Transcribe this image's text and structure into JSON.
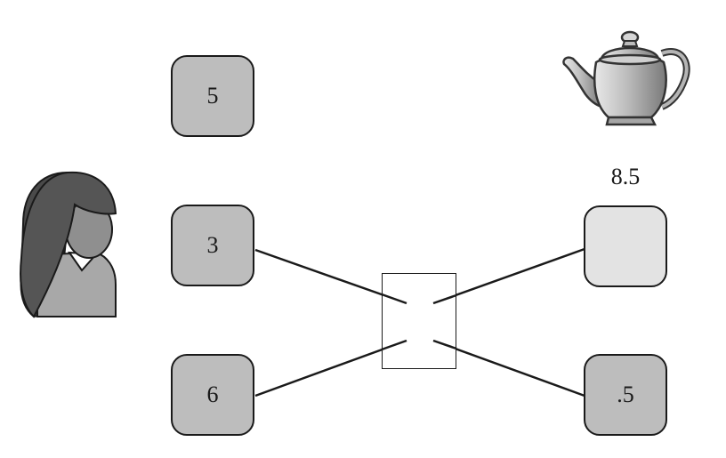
{
  "boxes": {
    "top_left": "5",
    "mid_left": "3",
    "bottom_left": "6",
    "mid_right": "",
    "bottom_right": ".5"
  },
  "label_above_mid_right": "8.5",
  "icons": {
    "person": "person-icon",
    "teapot": "teapot-icon"
  },
  "colors": {
    "box_fill": "#bdbdbd",
    "box_fill_light": "#e3e3e3",
    "stroke": "#1a1a1a"
  }
}
